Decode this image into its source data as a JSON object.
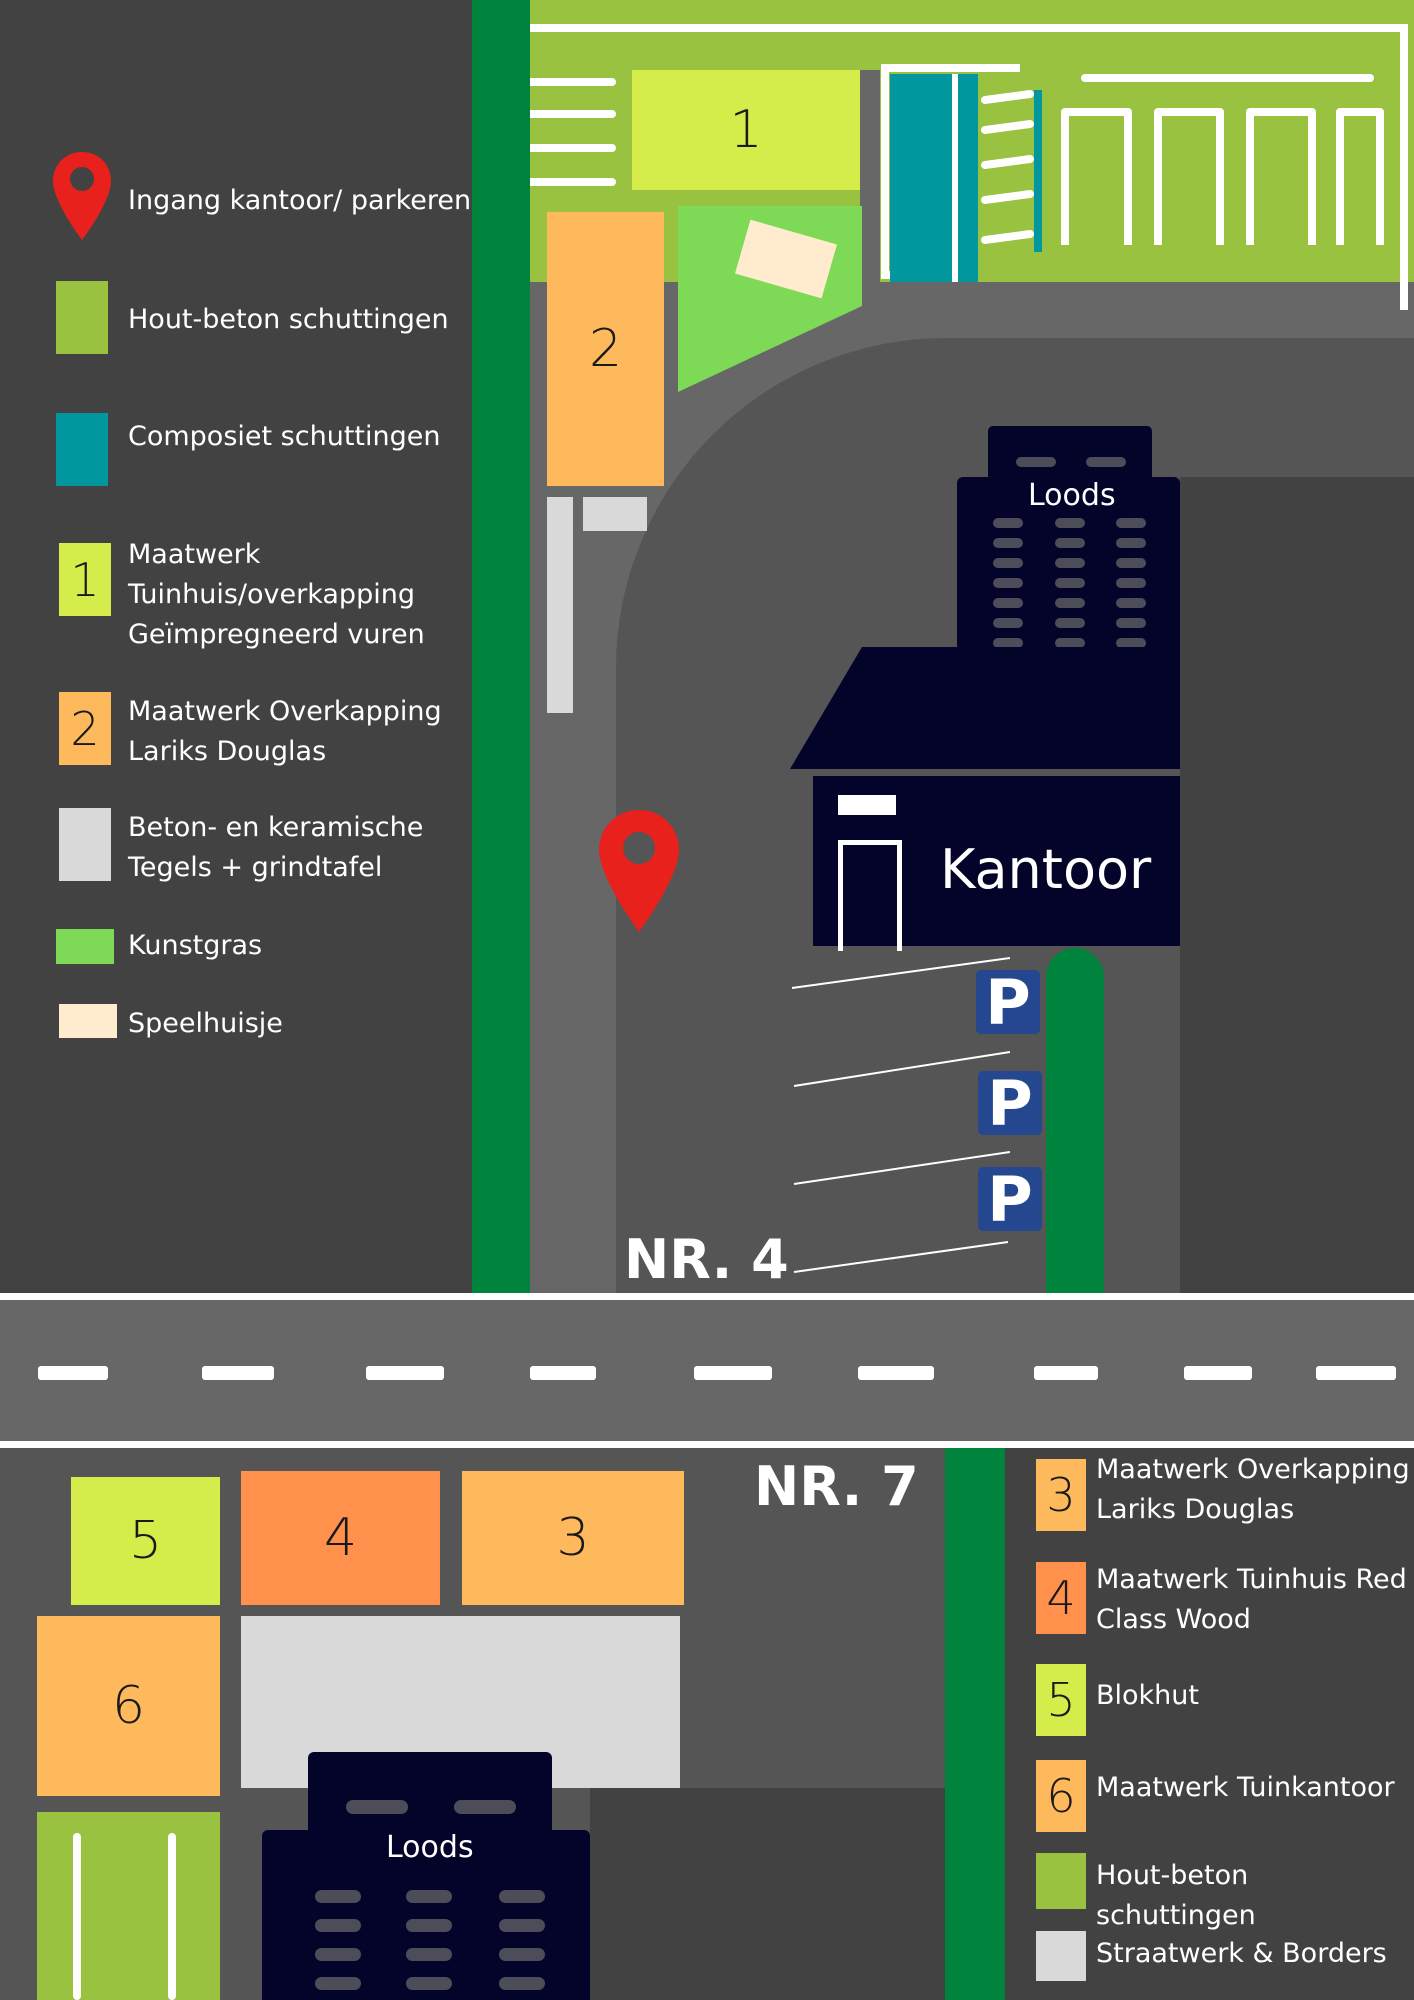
{
  "legend_top": [
    {
      "icon": "location-pin-icon",
      "color": "#e8211d",
      "label": "Ingang kantoor/ parkeren"
    },
    {
      "icon": "swatch",
      "color": "#98c23f",
      "label": "Hout-beton schuttingen"
    },
    {
      "icon": "swatch",
      "color": "#02969f",
      "label": "Composiet schuttingen"
    },
    {
      "icon": "swatch",
      "color": "#d6ec4b",
      "number": "1",
      "label": [
        "Maatwerk",
        "Tuinhuis/overkapping",
        "Geïmpregneerd vuren"
      ]
    },
    {
      "icon": "swatch",
      "color": "#fdb95b",
      "number": "2",
      "label": [
        "Maatwerk Overkapping",
        "Lariks Douglas"
      ]
    },
    {
      "icon": "swatch",
      "color": "#d9d9d9",
      "label": [
        "Beton- en keramische",
        "Tegels + grindtafel"
      ]
    },
    {
      "icon": "swatch",
      "color": "#7ed957",
      "label": "Kunstgras"
    },
    {
      "icon": "swatch",
      "color": "#ffebcd",
      "label": "Speelhuisje"
    }
  ],
  "legend_bottom": [
    {
      "color": "#fdb95b",
      "number": "3",
      "label": [
        "Maatwerk Overkapping",
        "Lariks Douglas"
      ]
    },
    {
      "color": "#ff914d",
      "number": "4",
      "label": [
        "Maatwerk Tuinhuis Red",
        "Class Wood"
      ]
    },
    {
      "color": "#d6ec4b",
      "number": "5",
      "label": "Blokhut"
    },
    {
      "color": "#fdb95b",
      "number": "6",
      "label": "Maatwerk Tuinkantoor"
    },
    {
      "color": "#98c23f",
      "label": "Hout-beton schuttingen"
    },
    {
      "color": "#d9d9d9",
      "label": "Straatwerk & Borders"
    }
  ],
  "map": {
    "plot_1": "1",
    "plot_2": "2",
    "plot_3": "3",
    "plot_4": "4",
    "plot_5": "5",
    "plot_6": "6",
    "loods_top": "Loods",
    "loods_bottom": "Loods",
    "kantoor": "Kantoor",
    "parking_symbol": "P",
    "house_nr_top": "NR. 4",
    "house_nr_bottom": "NR. 7"
  },
  "colors": {
    "background": "#424242",
    "road": "#676767",
    "driveway": "#555555",
    "hedge": "#00843d",
    "building": "#04042a",
    "parking_sign": "#24478f"
  }
}
